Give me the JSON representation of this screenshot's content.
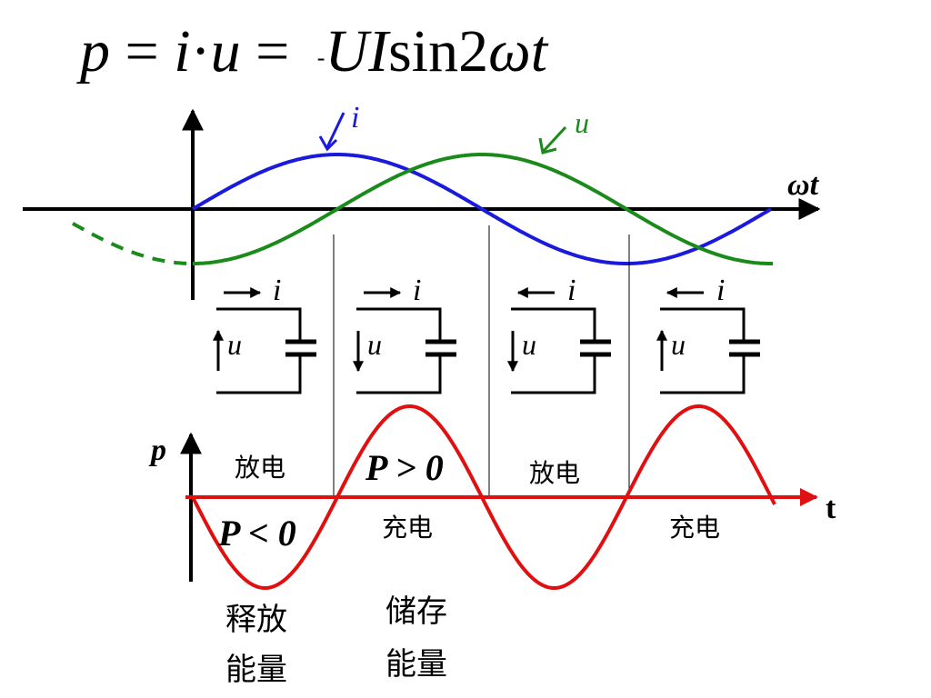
{
  "formula": {
    "p": "p",
    "eq1": " = ",
    "i": "i",
    "dot": "·",
    "u": "u",
    "eq2": " = ",
    "neg": "-",
    "UI": "UI",
    "sin": "sin2",
    "omega": "ω",
    "t": "t"
  },
  "top_chart": {
    "x_axis_label": "ωt",
    "current_label": "i",
    "voltage_label": "u",
    "colors": {
      "current": "#1a1adc",
      "voltage": "#1a8a1a",
      "axis": "#000000"
    }
  },
  "circuits": [
    {
      "current_dir": "right",
      "current_label": "i",
      "voltage_dir": "up",
      "voltage_label": "u"
    },
    {
      "current_dir": "right",
      "current_label": "i",
      "voltage_dir": "down",
      "voltage_label": "u"
    },
    {
      "current_dir": "left",
      "current_label": "i",
      "voltage_dir": "down",
      "voltage_label": "u"
    },
    {
      "current_dir": "left",
      "current_label": "i",
      "voltage_dir": "up",
      "voltage_label": "u"
    }
  ],
  "power_chart": {
    "y_axis_label": "p",
    "x_axis_label": "t",
    "color": "#e01010",
    "segments": [
      {
        "state": "放电",
        "sign_label": "P < 0"
      },
      {
        "state": "充电",
        "sign_label": "P > 0"
      },
      {
        "state": "放电"
      },
      {
        "state": "充电"
      }
    ],
    "energy_release": [
      "释放",
      "能量"
    ],
    "energy_store": [
      "储存",
      "能量"
    ]
  }
}
